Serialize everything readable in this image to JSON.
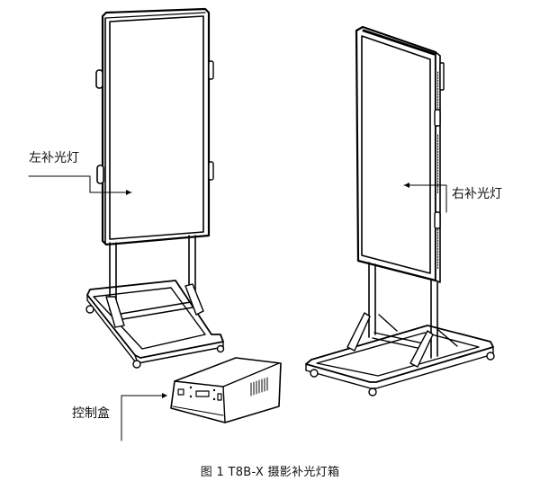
{
  "figure": {
    "caption": "图 1  T8B-X 摄影补光灯箱",
    "labels": {
      "left_light": "左补光灯",
      "right_light": "右补光灯",
      "control_box": "控制盒"
    },
    "components": [
      {
        "id": "left_light",
        "description": "left fill light panel on wheeled stand"
      },
      {
        "id": "right_light",
        "description": "right fill light panel on wheeled stand"
      },
      {
        "id": "control_box",
        "description": "control box with buttons, display and vent grille"
      }
    ],
    "line_color": "#000000",
    "background": "#ffffff"
  }
}
